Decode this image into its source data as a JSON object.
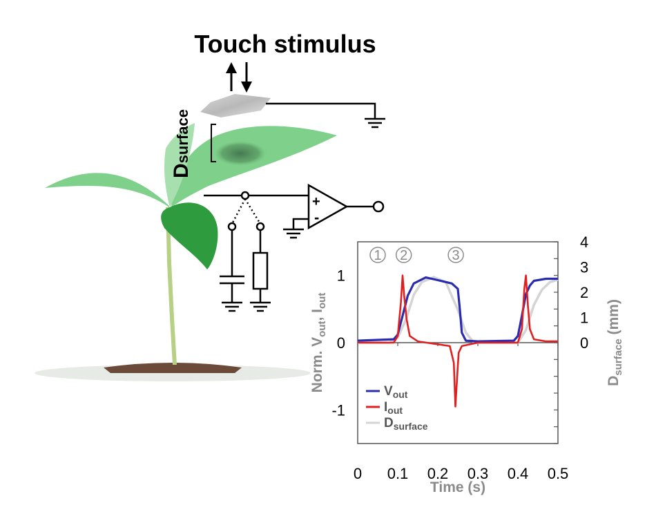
{
  "title": "Touch stimulus",
  "distance_label": {
    "main": "D",
    "sub": "surface"
  },
  "opamp": {
    "plus": "+",
    "minus": "-"
  },
  "colors": {
    "vout": "#2b2bb0",
    "iout": "#e02020",
    "dsurface": "#d4d4d4",
    "leaf_light": "#7fd08a",
    "leaf_dark": "#2e9b3e",
    "stem": "#b8cf86",
    "soil": "#6b4a3a"
  },
  "markers": [
    "1",
    "2",
    "3"
  ],
  "chart_data": {
    "type": "line",
    "xlabel": "Time (s)",
    "ylabel": {
      "prefix": "Norm. V",
      "sub1": "out",
      "mid": ", I",
      "sub2": "out"
    },
    "y2label": {
      "main": "D",
      "sub": "surface",
      "suffix": " (mm)"
    },
    "xlim": [
      0,
      0.5
    ],
    "ylim": [
      -1.5,
      1.5
    ],
    "y2lim": [
      -4,
      4
    ],
    "xticks": [
      "0",
      "0.1",
      "0.2",
      "0.3",
      "0.4",
      "0.5"
    ],
    "yticks": [
      "1",
      "0",
      "-1"
    ],
    "y2ticks": [
      "4",
      "3",
      "2",
      "1",
      "0"
    ],
    "marker_positions": [
      0.05,
      0.115,
      0.245
    ],
    "legend": [
      {
        "main": "V",
        "sub": "out"
      },
      {
        "main": "I",
        "sub": "out"
      },
      {
        "main": "D",
        "sub": "surface"
      }
    ],
    "series": [
      {
        "key": "vout",
        "x": [
          0,
          0.09,
          0.1,
          0.11,
          0.125,
          0.14,
          0.17,
          0.2,
          0.235,
          0.25,
          0.255,
          0.26,
          0.27,
          0.3,
          0.39,
          0.4,
          0.41,
          0.42,
          0.43,
          0.44,
          0.47,
          0.5
        ],
        "y": [
          0.03,
          0.05,
          0.12,
          0.35,
          0.7,
          0.88,
          0.97,
          0.93,
          0.88,
          0.8,
          0.5,
          0.15,
          0.03,
          0.02,
          0.03,
          0.1,
          0.4,
          0.72,
          0.85,
          0.92,
          0.95,
          0.95
        ]
      },
      {
        "key": "iout",
        "x": [
          0,
          0.09,
          0.1,
          0.108,
          0.112,
          0.116,
          0.122,
          0.13,
          0.15,
          0.23,
          0.24,
          0.244,
          0.248,
          0.252,
          0.26,
          0.3,
          0.4,
          0.41,
          0.416,
          0.42,
          0.425,
          0.43,
          0.44,
          0.47,
          0.5
        ],
        "y": [
          0,
          0,
          0.1,
          0.6,
          1.0,
          0.7,
          0.35,
          0.1,
          0.02,
          -0.05,
          -0.3,
          -0.95,
          -0.55,
          -0.15,
          -0.05,
          0,
          0,
          0.2,
          0.8,
          1.0,
          0.55,
          0.2,
          0.05,
          0.02,
          0.02
        ]
      },
      {
        "key": "dsurface",
        "x": [
          0,
          0.08,
          0.1,
          0.12,
          0.14,
          0.16,
          0.19,
          0.22,
          0.25,
          0.27,
          0.29,
          0.4,
          0.42,
          0.44,
          0.46,
          0.48,
          0.5
        ],
        "y": [
          0,
          0,
          0.2,
          0.9,
          1.9,
          2.4,
          2.6,
          2.4,
          1.3,
          0.4,
          0,
          0,
          0.5,
          1.5,
          2.1,
          2.4,
          2.5
        ]
      }
    ]
  }
}
